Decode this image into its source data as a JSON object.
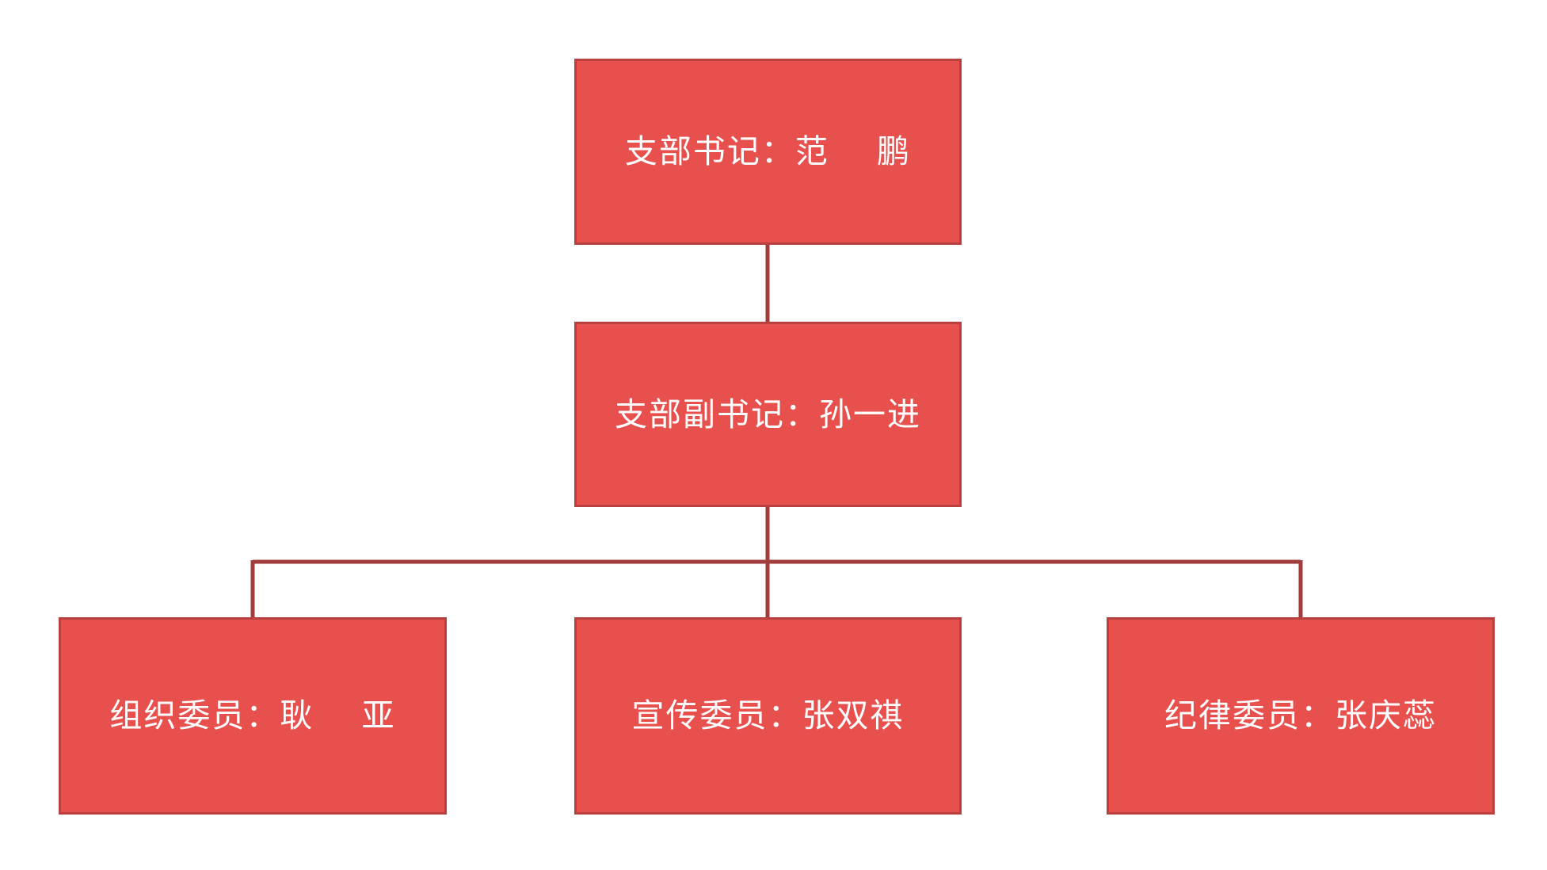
{
  "colors": {
    "node_fill": "#e8504e",
    "node_border": "#b8403f",
    "connector": "#a23b3c",
    "label_text": "#ffffff",
    "background": "#ffffff"
  },
  "nodes": {
    "secretary": {
      "label": "支部书记：范    鹏"
    },
    "deputy_secretary": {
      "label": "支部副书记：孙一进"
    },
    "organization_member": {
      "label": "组织委员：耿    亚"
    },
    "propaganda_member": {
      "label": "宣传委员：张双祺"
    },
    "discipline_member": {
      "label": "纪律委员：张庆蕊"
    }
  }
}
